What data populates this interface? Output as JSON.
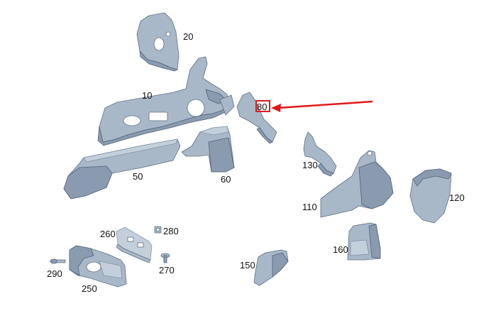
{
  "diagram": {
    "labels": {
      "p10": "10",
      "p20": "20",
      "p50": "50",
      "p60": "60",
      "p80": "80",
      "p110": "110",
      "p120": "120",
      "p130": "130",
      "p150": "150",
      "p160": "160",
      "p250": "250",
      "p260": "260",
      "p270": "270",
      "p280": "280",
      "p290": "290"
    },
    "highlight": {
      "target": "80",
      "color": "#e0181b"
    }
  }
}
